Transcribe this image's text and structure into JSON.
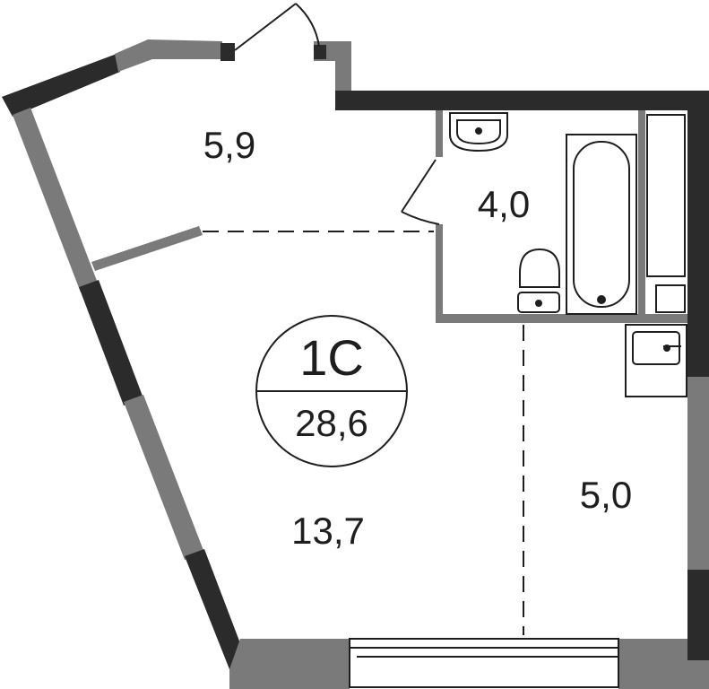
{
  "apartment": {
    "type_code": "1C",
    "total_area": "28,6"
  },
  "rooms": {
    "hall": "5,9",
    "bathroom": "4,0",
    "living": "13,7",
    "kitchen": "5,0"
  },
  "colors": {
    "wall_dark": "#2b2b2b",
    "wall_gray": "#7a7a7a",
    "line": "#1e1e1e",
    "background": "#ffffff"
  }
}
